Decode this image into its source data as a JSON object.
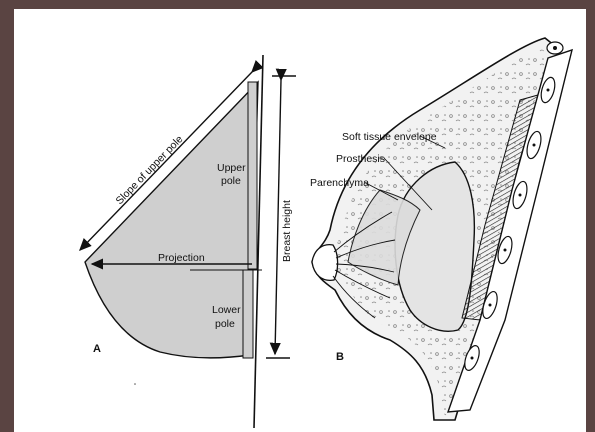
{
  "figure_a": {
    "panel_letter": "A",
    "labels": {
      "slope": "Slope of upper pole",
      "upper_pole_line1": "Upper",
      "upper_pole_line2": "pole",
      "projection": "Projection",
      "lower_pole_line1": "Lower",
      "lower_pole_line2": "pole",
      "breast_height": "Breast height"
    }
  },
  "figure_b": {
    "panel_letter": "B",
    "labels": {
      "soft_tissue": "Soft tissue envelope",
      "prosthesis": "Prosthesis",
      "parenchyma": "Parenchyma"
    }
  },
  "colors": {
    "frame": "#5a4442",
    "paper": "#ffffff",
    "fill_gray": "#cfcfcf",
    "ink": "#111111"
  }
}
